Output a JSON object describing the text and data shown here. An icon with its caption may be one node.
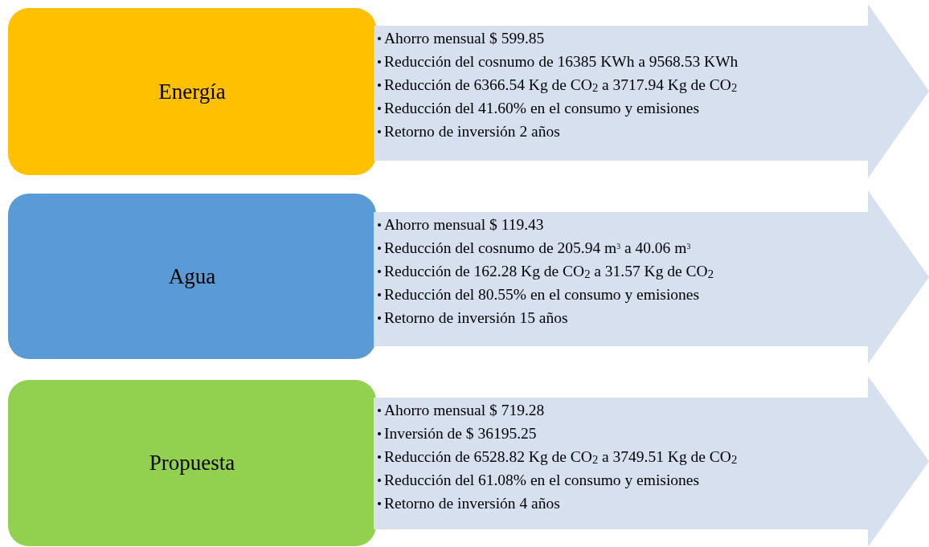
{
  "diagram": {
    "nodes": [
      {
        "text": [
          "Energía"
        ]
      },
      {
        "text": [
          "Ahorro mensual $ 599.85",
          "Reducción del cosnumo de 16385 KWh a 9568.53 KWh",
          "Reducción de 6366.54 Kg de CO$_{2}$ a 3717.94 Kg de CO$_{2}$",
          "Reducción del 41.60% en el consumo y emisiones",
          "Retorno de inversión 2 años"
        ]
      },
      {
        "text": [
          "Agua"
        ]
      },
      {
        "text": [
          "Ahorro mensual $ 119.43",
          "Reducción del cosnumo de 205.94 m$^{3}$ a 40.06 m$^{3}$",
          "Reducción de 162.28 Kg de CO$_{2}$ a 31.57 Kg de CO$_{2}$",
          "Reducción del 80.55% en el consumo y emisiones",
          "Retorno de inversión 15 años"
        ]
      },
      {
        "text": [
          "Propuesta"
        ]
      },
      {
        "text": [
          "Ahorro mensual $ 719.28",
          "Inversión de $ 36195.25",
          "Reducción de 6528.82 Kg de CO$_{2}$ a 3749.51 Kg de CO$_{2}$",
          "Reducción del 61.08% en el consumo y emisiones",
          "Retorno de inversión 4 años"
        ]
      }
    ]
  }
}
